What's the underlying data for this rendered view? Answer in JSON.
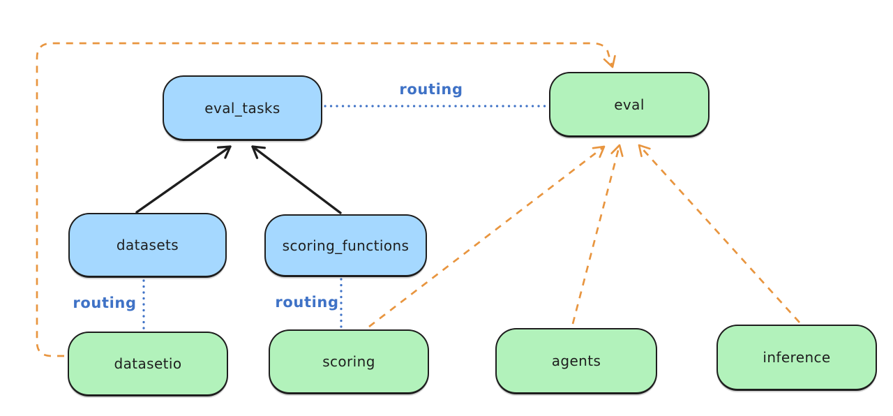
{
  "diagram": {
    "boxes": {
      "eval_tasks": {
        "label": "eval_tasks",
        "fill": "blue"
      },
      "eval": {
        "label": "eval",
        "fill": "green"
      },
      "datasets": {
        "label": "datasets",
        "fill": "blue"
      },
      "scoring_functions": {
        "label": "scoring_functions",
        "fill": "blue"
      },
      "datasetio": {
        "label": "datasetio",
        "fill": "green"
      },
      "scoring": {
        "label": "scoring",
        "fill": "green"
      },
      "agents": {
        "label": "agents",
        "fill": "green"
      },
      "inference": {
        "label": "inference",
        "fill": "green"
      }
    },
    "edges": [
      {
        "from": "datasets",
        "to": "eval_tasks",
        "style": "solid-arrow",
        "color": "#1e1e1e"
      },
      {
        "from": "scoring_functions",
        "to": "eval_tasks",
        "style": "solid-arrow",
        "color": "#1e1e1e"
      },
      {
        "from": "eval_tasks",
        "to": "eval",
        "style": "dotted",
        "color": "#3f72c6",
        "label": "routing"
      },
      {
        "from": "datasets",
        "to": "datasetio",
        "style": "dotted",
        "color": "#3f72c6",
        "label": "routing"
      },
      {
        "from": "scoring_functions",
        "to": "scoring",
        "style": "dotted",
        "color": "#3f72c6",
        "label": "routing"
      },
      {
        "from": "datasetio",
        "to": "eval",
        "style": "dashed-arrow",
        "color": "#e8953f"
      },
      {
        "from": "scoring",
        "to": "eval",
        "style": "dashed-arrow",
        "color": "#e8953f"
      },
      {
        "from": "agents",
        "to": "eval",
        "style": "dashed-arrow",
        "color": "#e8953f"
      },
      {
        "from": "inference",
        "to": "eval",
        "style": "dashed-arrow",
        "color": "#e8953f"
      }
    ],
    "colors": {
      "blue_fill": "#a5d8ff",
      "green_fill": "#b2f2bb",
      "node_stroke": "#1e1e1e",
      "routing_blue": "#3f72c6",
      "orange_dashed": "#e8953f",
      "page_bg": "#ffffff"
    }
  }
}
